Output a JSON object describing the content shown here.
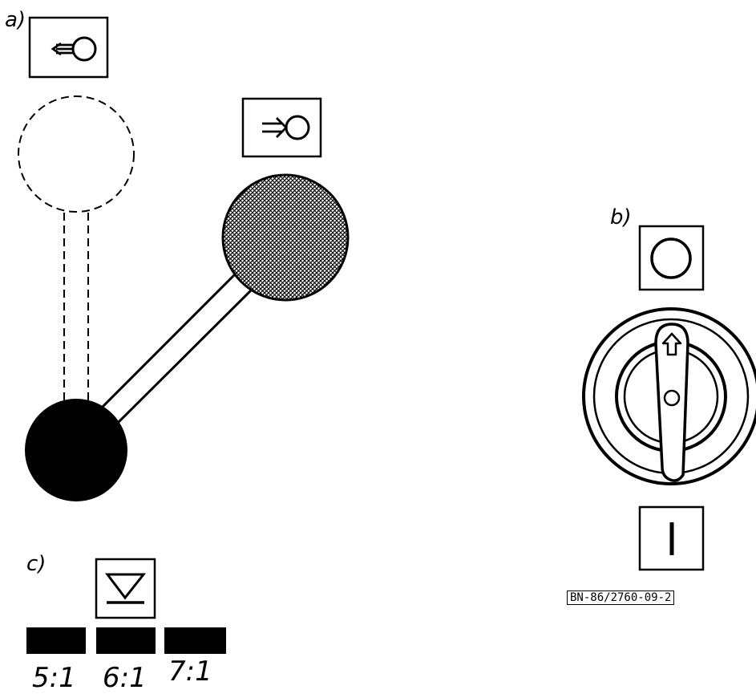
{
  "panel_a": {
    "label": "a)",
    "symbol_retracted": "retract-lever-symbol-icon",
    "symbol_engaged": "engage-lever-symbol-icon"
  },
  "panel_b": {
    "label": "b)",
    "symbol_top": "off-position-symbol-icon",
    "symbol_bottom": "on-position-symbol-icon",
    "switch": "rotary-switch-icon"
  },
  "panel_c": {
    "label": "c)",
    "symbol": "triangle-underline-symbol-icon",
    "ratios": [
      "5:1",
      "6:1",
      "7:1"
    ]
  },
  "drawing_number": "BN-86/2760-09-2",
  "colors": {
    "ink": "#000000",
    "paper": "#ffffff"
  }
}
